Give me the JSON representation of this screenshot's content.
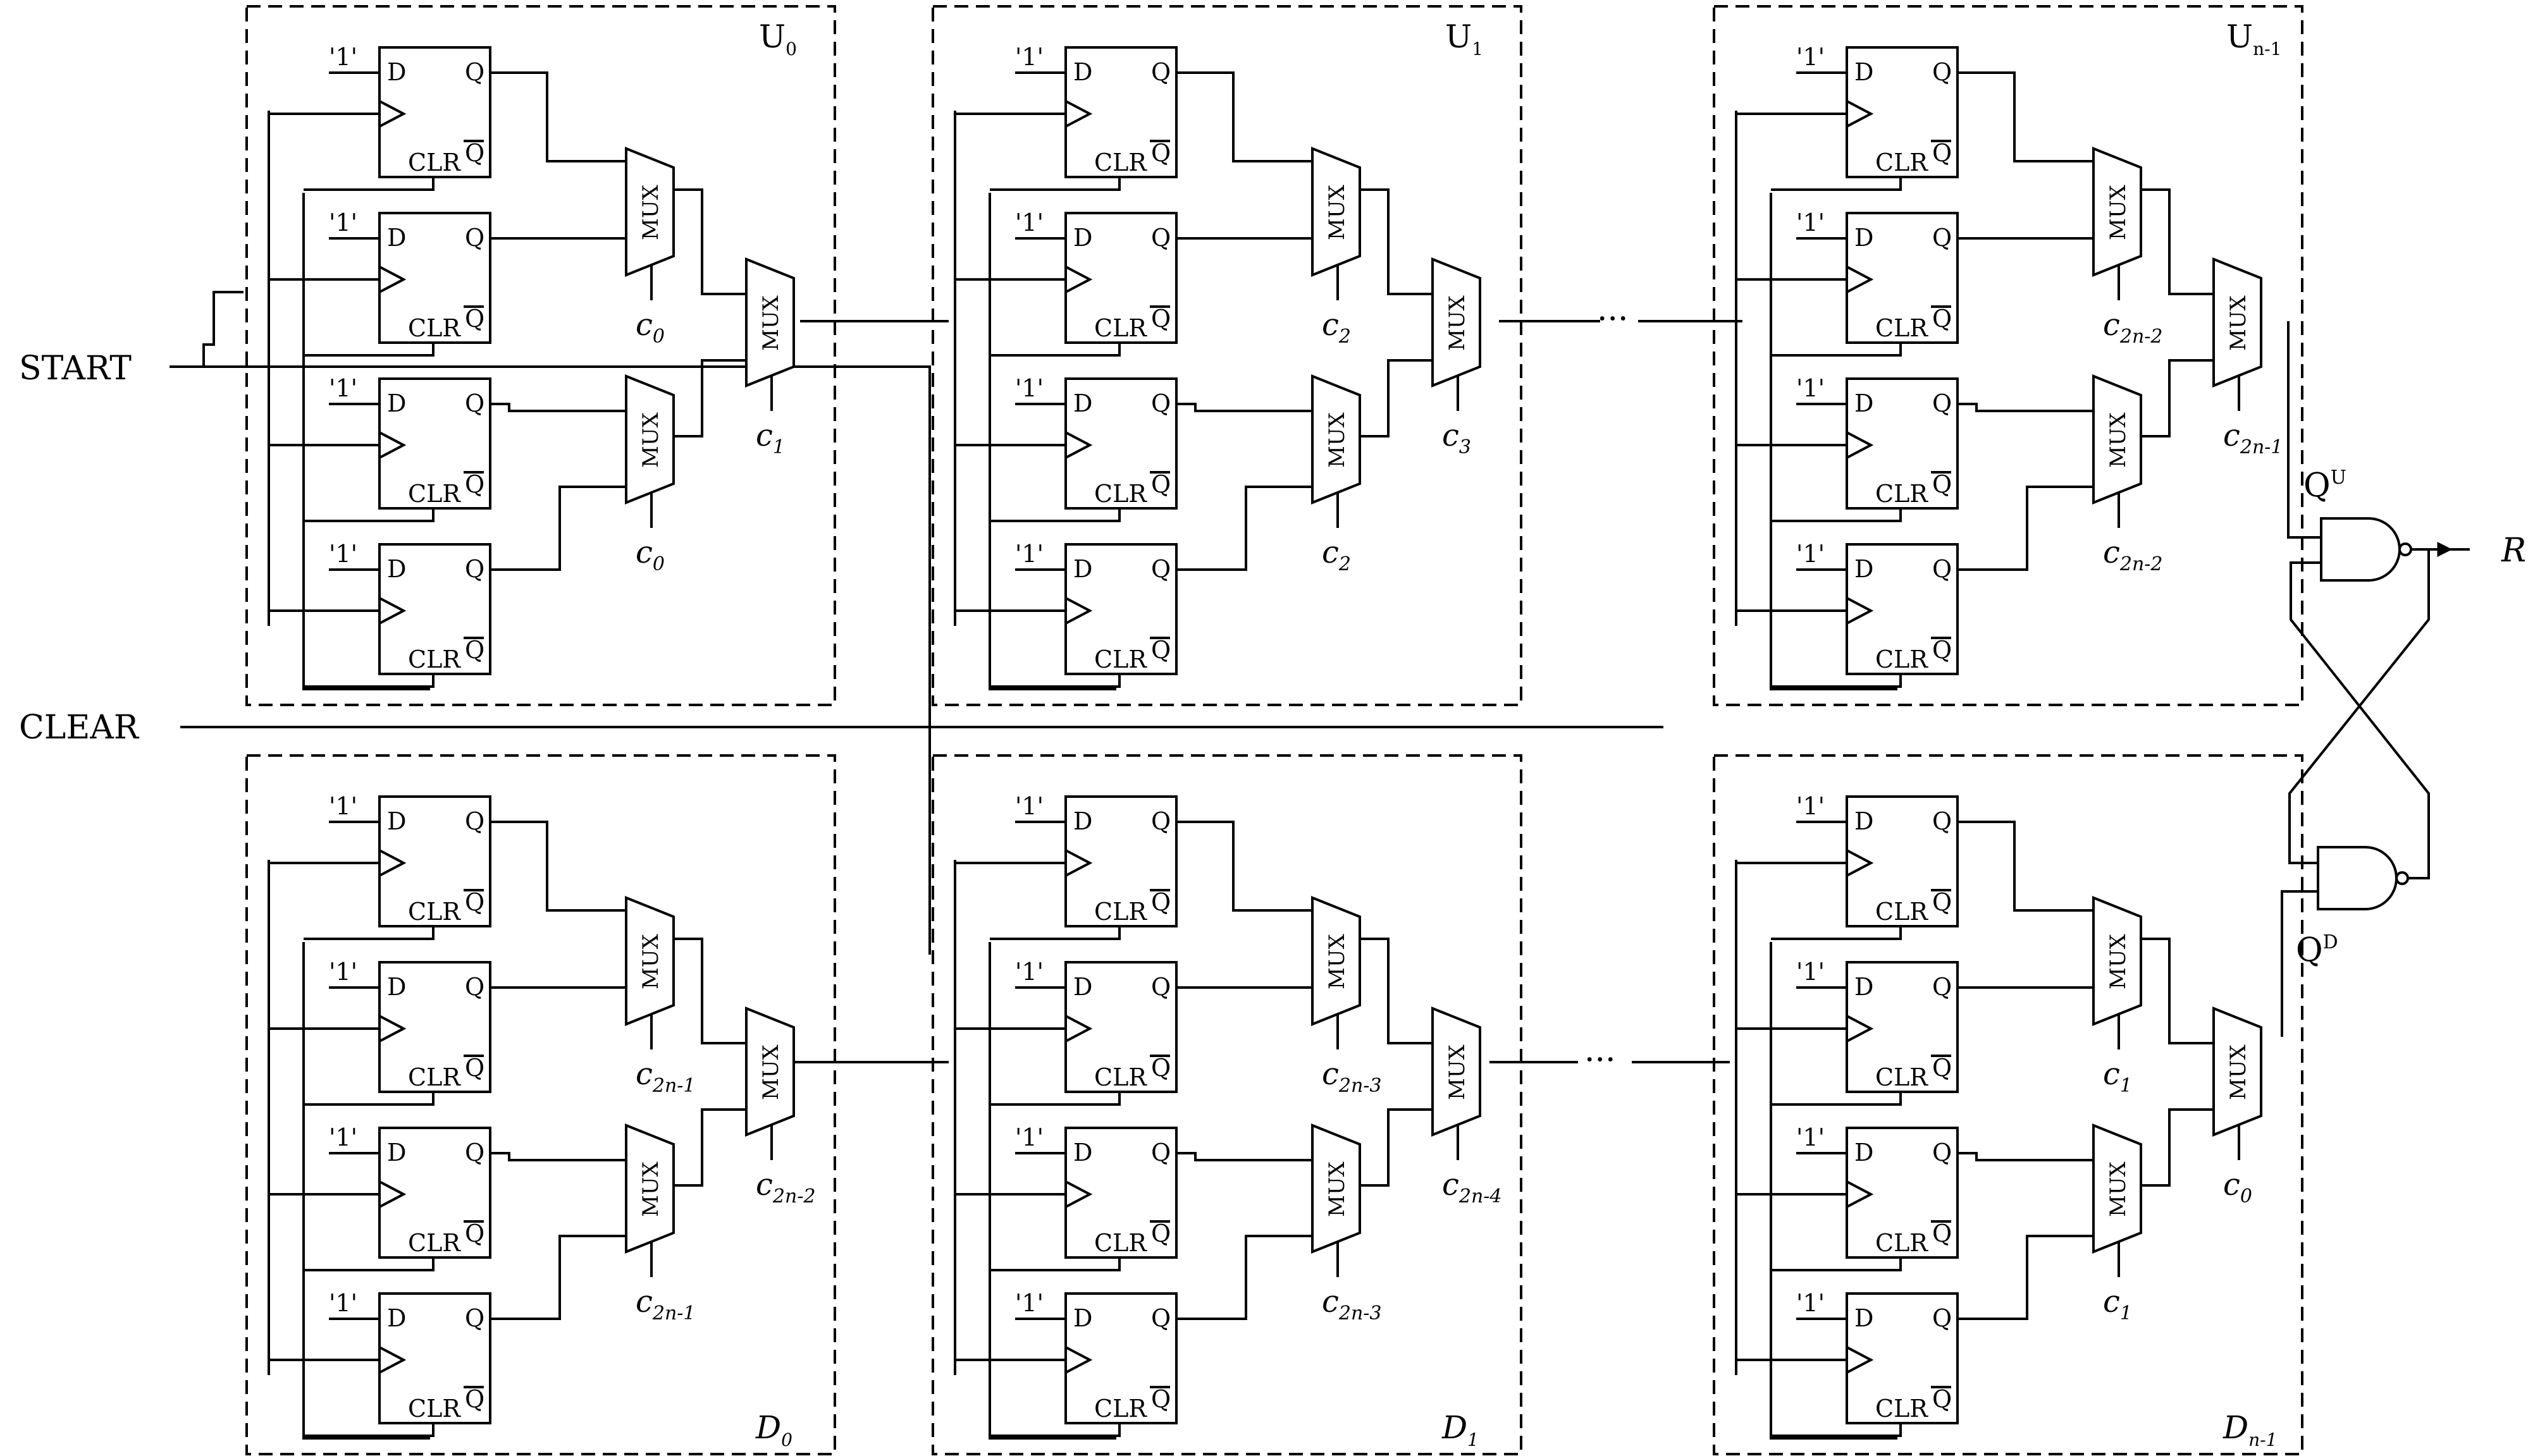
{
  "inputs": {
    "start": "START",
    "clear": "CLEAR"
  },
  "output": {
    "r": "R"
  },
  "ff": {
    "d_const": "'1'",
    "d": "D",
    "q": "Q",
    "qbar": "Q",
    "clr": "CLR"
  },
  "mux_label": "MUX",
  "units": [
    {
      "name": "U",
      "sub": "0",
      "selects": [
        [
          "c",
          "0"
        ],
        [
          "c",
          "0"
        ],
        [
          "c",
          "1"
        ]
      ]
    },
    {
      "name": "U",
      "sub": "1",
      "selects": [
        [
          "c",
          "2"
        ],
        [
          "c",
          "2"
        ],
        [
          "c",
          "3"
        ]
      ]
    },
    {
      "name": "U",
      "sub": "n-1",
      "selects": [
        [
          "c",
          "2n-2"
        ],
        [
          "c",
          "2n-2"
        ],
        [
          "c",
          "2n-1"
        ]
      ]
    },
    {
      "name": "D",
      "sub": "0",
      "selects": [
        [
          "c",
          "2n-1"
        ],
        [
          "c",
          "2n-1"
        ],
        [
          "c",
          "2n-2"
        ]
      ]
    },
    {
      "name": "D",
      "sub": "1",
      "selects": [
        [
          "c",
          "2n-3"
        ],
        [
          "c",
          "2n-3"
        ],
        [
          "c",
          "2n-4"
        ]
      ]
    },
    {
      "name": "D",
      "sub": "n-1",
      "selects": [
        [
          "c",
          "1"
        ],
        [
          "c",
          "1"
        ],
        [
          "c",
          "0"
        ]
      ]
    }
  ],
  "latch": {
    "top_label": "Q",
    "top_sup": "U",
    "bottom_label": "Q",
    "bottom_sup": "D"
  },
  "ellipsis": "···"
}
